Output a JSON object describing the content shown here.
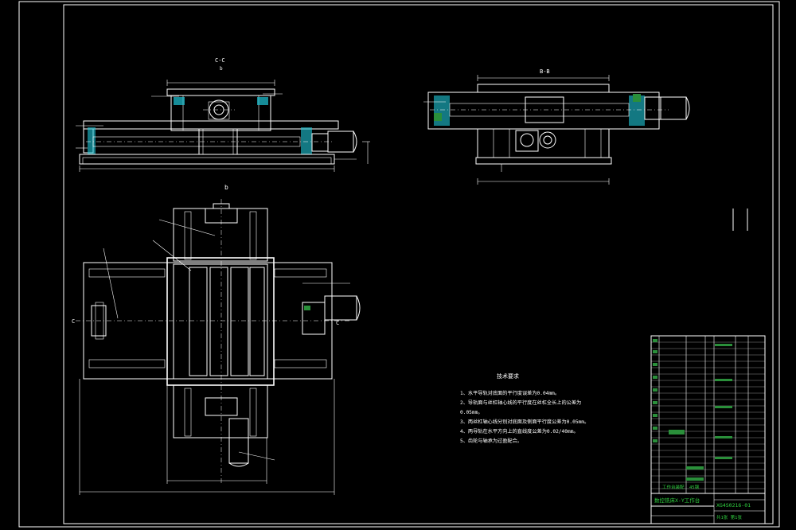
{
  "views": {
    "section_cc": "C-C",
    "section_bb": "B-B",
    "label_b_top": "b",
    "label_b_plan": "b",
    "label_c_left": "C",
    "label_c_right": "C"
  },
  "tech_requirements": {
    "title": "技术要求",
    "items": [
      "1、水平导轨对底面的平行度误差为0.04mm。",
      "2、导轨面与丝杠轴心线的平行度在丝杠全长上的公差为",
      "   0.05mm。",
      "3、两丝杠轴心线分别对底面及侧面平行度公差为0.05mm。",
      "4、两导轨在水平方向上的直线度公差为0.02/40mm。",
      "5、齿轮与轴承为过盈配合。"
    ]
  },
  "title_block": {
    "drawing_name": "数控铣床X-Y工作台",
    "drawing_code": "XG4S0216-01",
    "sheet_note": "共1张 第1张",
    "label_left": "工作台装配",
    "label_mid": "45钢"
  },
  "colors": {
    "background": "#000000",
    "line": "#ffffff",
    "hidden": "#20c8d8",
    "highlight": "#30d040"
  }
}
